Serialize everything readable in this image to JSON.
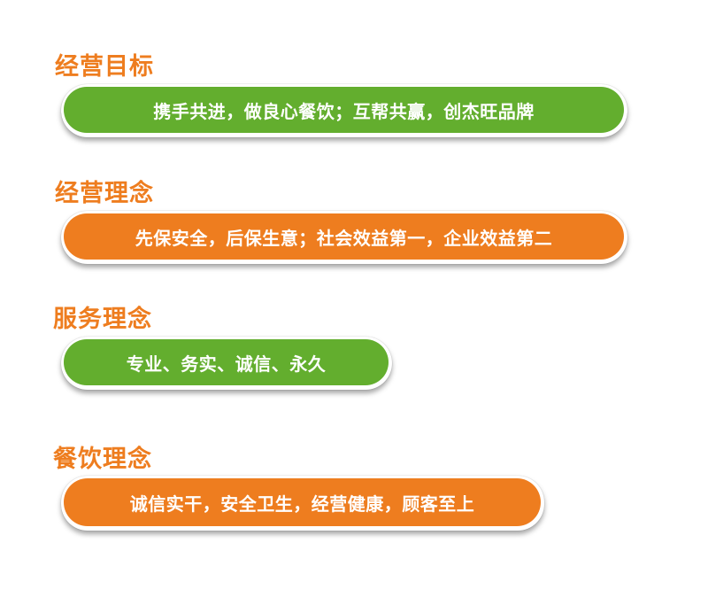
{
  "colors": {
    "accent_orange": "#ee7d1f",
    "accent_green": "#63ae2e",
    "text_on_pill": "#ffffff"
  },
  "sections": [
    {
      "title": "经营目标",
      "text": "携手共进，做良心餐饮；互帮共赢，创杰旺品牌",
      "color": "green"
    },
    {
      "title": "经营理念",
      "text": "先保安全，后保生意；社会效益第一，企业效益第二",
      "color": "orange"
    },
    {
      "title": "服务理念",
      "text": "专业、务实、诚信、永久",
      "color": "green"
    },
    {
      "title": "餐饮理念",
      "text": "诚信实干，安全卫生，经营健康，顾客至上",
      "color": "orange"
    }
  ]
}
